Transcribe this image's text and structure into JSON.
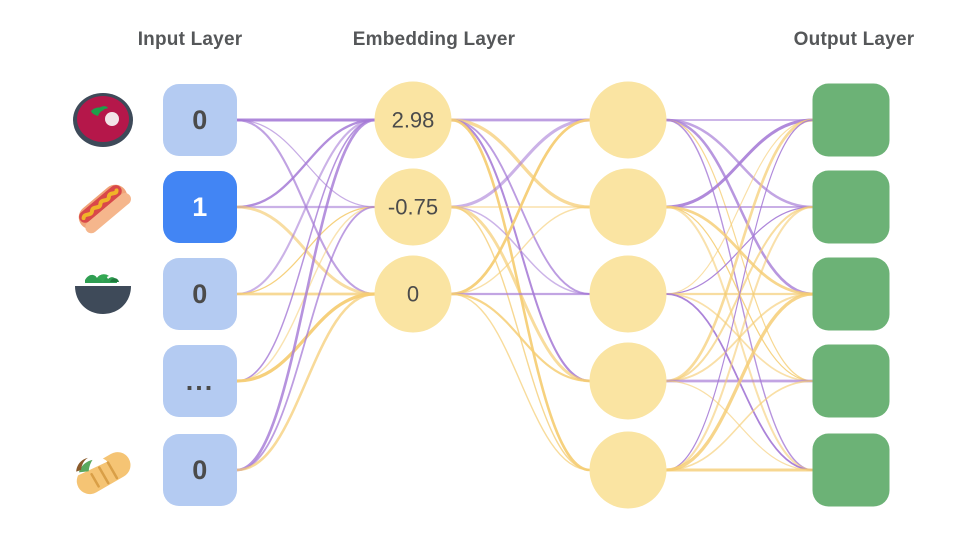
{
  "titles": {
    "input": "Input Layer",
    "embedding": "Embedding Layer",
    "output": "Output Layer"
  },
  "colors": {
    "background": "#ffffff",
    "title_text": "#555759",
    "input_inactive": "#b4cbf2",
    "input_active": "#4285f4",
    "input_inactive_text": "#4b4b4b",
    "input_active_text": "#ffffff",
    "embedding_fill": "#fae4a2",
    "embedding_text": "#4b4b4b",
    "hidden_fill": "#fae4a2",
    "output_fill": "#6cb276",
    "edge_purple": "#a57ad6",
    "edge_gold": "#f5cd74"
  },
  "input_layer": {
    "nodes": [
      {
        "value": "0",
        "active": false,
        "icon": "steak-bowl-icon"
      },
      {
        "value": "1",
        "active": true,
        "icon": "hotdog-icon"
      },
      {
        "value": "0",
        "active": false,
        "icon": "salad-bowl-icon"
      },
      {
        "value": "...",
        "active": false,
        "icon": "none"
      },
      {
        "value": "0",
        "active": false,
        "icon": "burrito-icon"
      }
    ]
  },
  "embedding_layer": {
    "nodes": [
      {
        "value": "2.98"
      },
      {
        "value": "-0.75"
      },
      {
        "value": "0"
      }
    ]
  },
  "hidden_layer": {
    "node_count": 5,
    "nodes": [
      {
        "value": ""
      },
      {
        "value": ""
      },
      {
        "value": ""
      },
      {
        "value": ""
      },
      {
        "value": ""
      }
    ]
  },
  "output_layer": {
    "node_count": 5,
    "nodes": [
      {
        "value": ""
      },
      {
        "value": ""
      },
      {
        "value": ""
      },
      {
        "value": ""
      },
      {
        "value": ""
      }
    ]
  }
}
